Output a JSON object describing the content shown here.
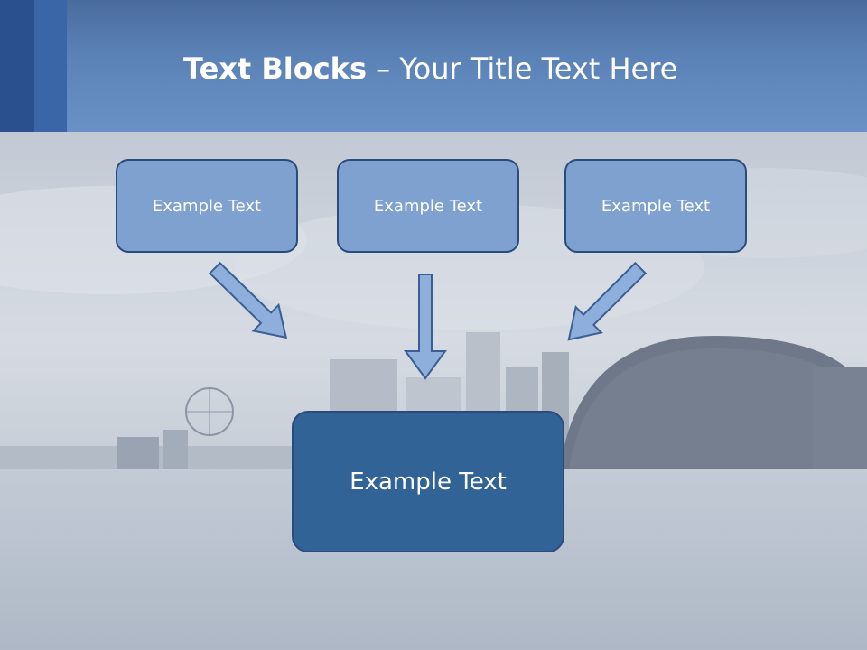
{
  "slide": {
    "title_bold": "Text Blocks",
    "title_rest": " – Your Title Text Here"
  },
  "blocks": {
    "left": "Example Text",
    "middle": "Example Text",
    "right": "Example Text",
    "center": "Example Text"
  },
  "colors": {
    "header_blue": "#5c83b8",
    "small_box_fill": "#7fa1cf",
    "center_box_fill": "#326396",
    "border": "#2a4c7c",
    "arrow_fill": "#8eaedc"
  }
}
